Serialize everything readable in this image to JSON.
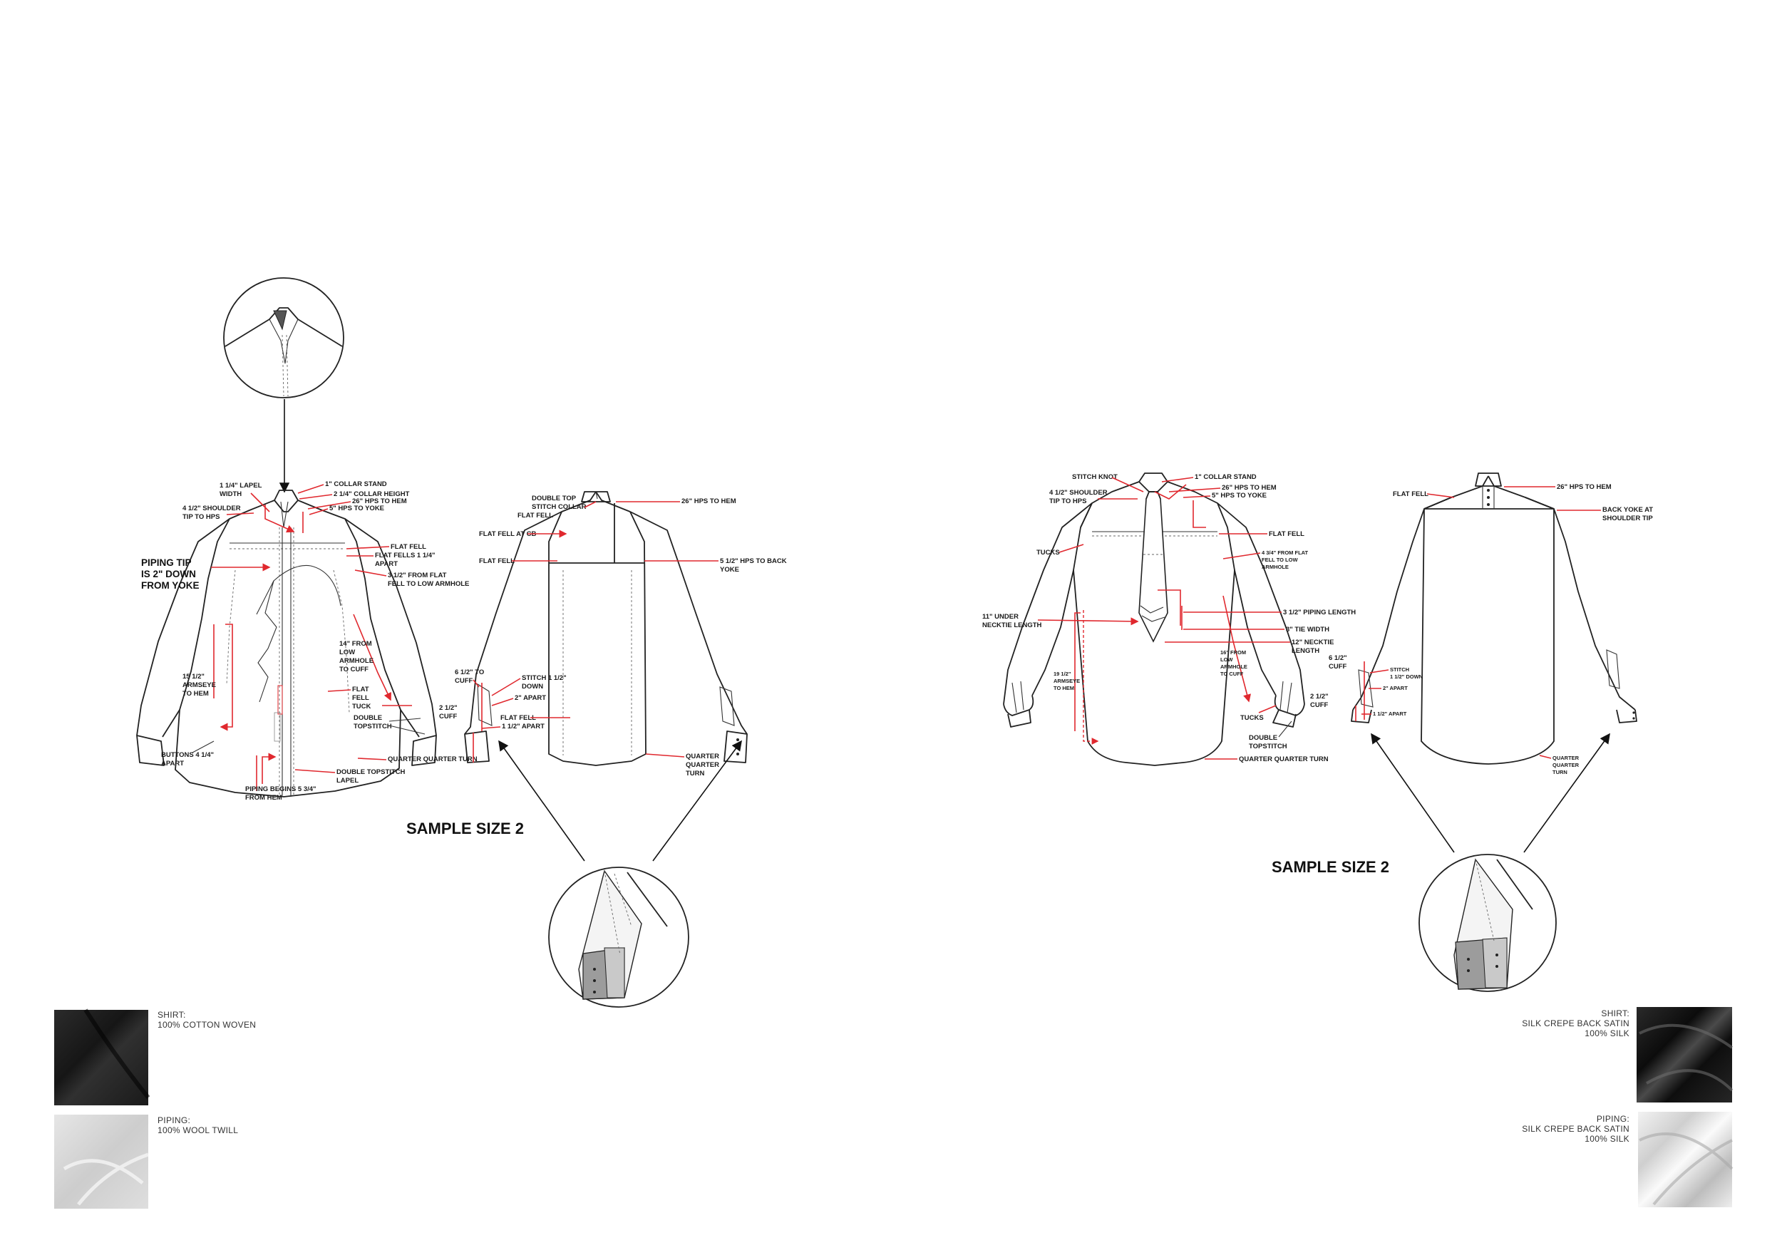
{
  "colors": {
    "annotation": "#e0282e",
    "line": "#222222",
    "shirt_swatch_left": "#1f1f1f",
    "piping_swatch_left": "#d9d9d9",
    "shirt_swatch_right": "#111111",
    "piping_swatch_right": "#e9e9e9"
  },
  "left_page": {
    "sample_label": "SAMPLE SIZE 2",
    "piping_tip": [
      "PIPING TIP",
      "IS 2\" DOWN",
      "FROM YOKE"
    ],
    "front": {
      "lapel": [
        "1 1/4\" LAPEL",
        "WIDTH"
      ],
      "shoulder": [
        "4 1/2\" SHOULDER",
        "TIP TO HPS"
      ],
      "collar_stand": "1\" COLLAR STAND",
      "collar_height": "2 1/4\" COLLAR HEIGHT",
      "hps_hem": "26\" HPS TO HEM",
      "hps_yoke": "5\" HPS TO YOKE",
      "flat_fell": "FLAT FELL",
      "flat_fells": [
        "FLAT FELLS 1 1/4\"",
        "APART"
      ],
      "flat_fell_armhole": [
        "3 1/2\" FROM FLAT",
        "FELL TO LOW ARMHOLE"
      ],
      "low_armhole": [
        "14\" FROM",
        "LOW",
        "ARMHOLE",
        "TO CUFF"
      ],
      "armseye": [
        "15 1/2\"",
        "ARMSEYE",
        "TO HEM"
      ],
      "flat_fell_tuck": [
        "FLAT",
        "FELL",
        "TUCK"
      ],
      "double_topstitch": [
        "DOUBLE",
        "TOPSTITCH"
      ],
      "cuff": [
        "2 1/2\"",
        "CUFF"
      ],
      "buttons": [
        "BUTTONS 4 1/4\"",
        "APART"
      ],
      "quarter_turn": "QUARTER QUARTER TURN",
      "double_topstitch_lapel": [
        "DOUBLE TOPSTITCH",
        "LAPEL"
      ],
      "piping_begins": [
        "PIPING BEGINS 5 3/4\"",
        "FROM HEM"
      ]
    },
    "back": {
      "double_top": [
        "DOUBLE TOP",
        "STITCH COLLAR",
        "FLAT FELL"
      ],
      "hps_hem": "26\" HPS TO HEM",
      "flat_fell_cb": "FLAT FELL AT CB",
      "flat_fell": "FLAT FELL",
      "hps_back_yoke": [
        "5 1/2\" HPS TO BACK",
        "YOKE"
      ],
      "cuff_6": [
        "6 1/2\" TO",
        "CUFF"
      ],
      "stitch_down": [
        "STITCH 1 1/2\"",
        "DOWN"
      ],
      "apart_2": "2\" APART",
      "flat_fell_2": "FLAT FELL",
      "apart_1": "1 1/2\" APART",
      "quarter": [
        "QUARTER",
        "QUARTER",
        "TURN"
      ]
    },
    "shirt_fabric": [
      "SHIRT:",
      "100% COTTON WOVEN"
    ],
    "piping_fabric": [
      "PIPING:",
      "100% WOOL TWILL"
    ]
  },
  "right_page": {
    "sample_label": "SAMPLE SIZE 2",
    "front": {
      "stitch_knot": "STITCH KNOT",
      "shoulder": [
        "4 1/2\" SHOULDER",
        "TIP TO HPS"
      ],
      "collar_stand": "1\" COLLAR STAND",
      "hps_hem": "26\" HPS TO HEM",
      "hps_yoke": "5\" HPS TO YOKE",
      "flat_fell": "FLAT FELL",
      "tucks": "TUCKS",
      "flat_fell_armhole": [
        "4 3/4\" FROM FLAT",
        "FELL TO LOW",
        "ARMHOLE"
      ],
      "under_necktie": [
        "11\" UNDER",
        "NECKTIE LENGTH"
      ],
      "piping_length": "3 1/2\" PIPING LENGTH",
      "tie_width": "3\" TIE WIDTH",
      "necktie_length": [
        "12\" NECKTIE",
        "LENGTH"
      ],
      "armseye": [
        "19 1/2\"",
        "ARMSEYE",
        "TO HEM"
      ],
      "low_armhole": [
        "16\" FROM",
        "LOW",
        "ARMHOLE",
        "TO CUFF"
      ],
      "tucks_2": "TUCKS",
      "double_topstitch": [
        "DOUBLE",
        "TOPSTITCH"
      ],
      "cuff": [
        "2 1/2\"",
        "CUFF"
      ],
      "quarter_turn": "QUARTER QUARTER TURN"
    },
    "back": {
      "flat_fell": "FLAT FELL",
      "hps_hem": "26\" HPS TO HEM",
      "back_yoke": [
        "BACK YOKE AT",
        "SHOULDER TIP"
      ],
      "cuff_6": [
        "6 1/2\"",
        "CUFF"
      ],
      "stitch_down": [
        "STITCH",
        "1 1/2\" DOWN"
      ],
      "apart_2": "2\" APART",
      "apart_1": "1 1/2\" APART",
      "quarter": [
        "QUARTER",
        "QUARTER",
        "TURN"
      ]
    },
    "shirt_fabric": [
      "SHIRT:",
      "SILK CREPE BACK SATIN",
      "100% SILK"
    ],
    "piping_fabric": [
      "PIPING:",
      "SILK CREPE BACK SATIN",
      "100% SILK"
    ]
  }
}
